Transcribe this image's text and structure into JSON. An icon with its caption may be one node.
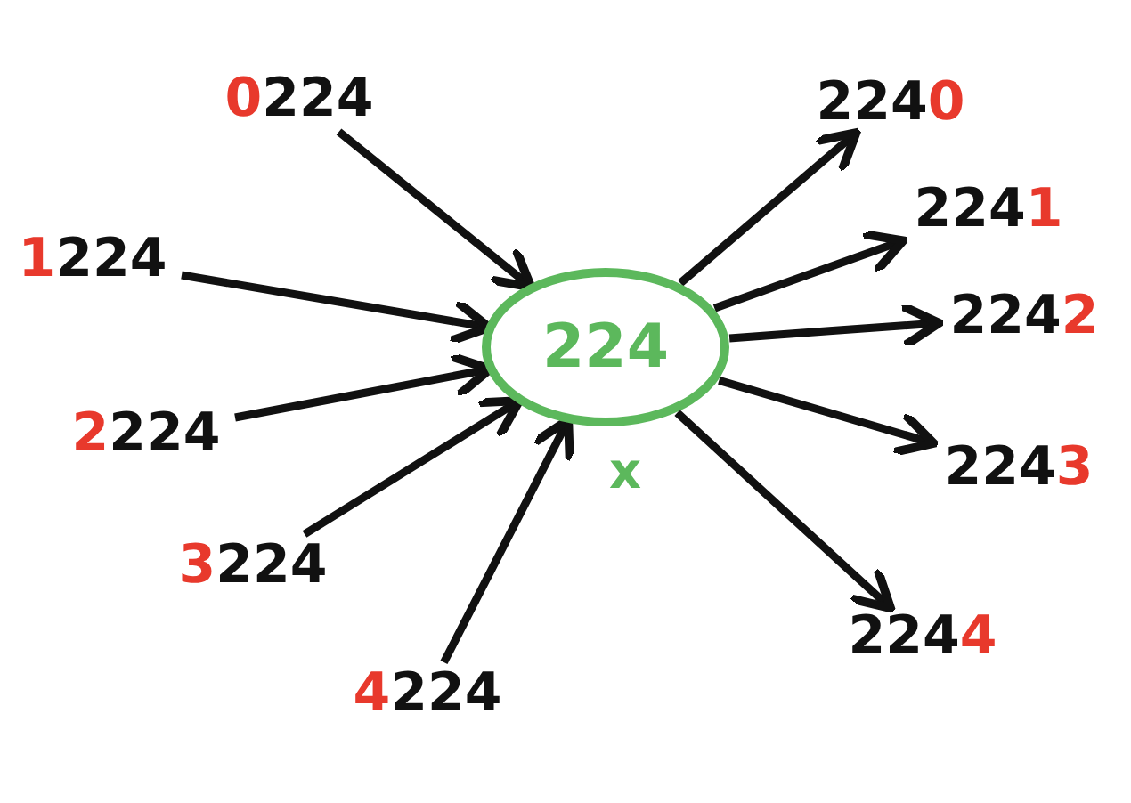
{
  "diagram": {
    "nodes": [
      {
        "text": [
          "224"
        ],
        "beside": [
          "x"
        ]
      },
      {
        "text": [
          "0224"
        ]
      },
      {
        "text": [
          "1224"
        ]
      },
      {
        "text": [
          "2224"
        ]
      },
      {
        "text": [
          "3224"
        ]
      },
      {
        "text": [
          "4224"
        ]
      },
      {
        "text": [
          "2240"
        ]
      },
      {
        "text": [
          "2241"
        ]
      },
      {
        "text": [
          "2242"
        ]
      },
      {
        "text": [
          "2243"
        ]
      },
      {
        "text": [
          "2244"
        ]
      }
    ],
    "edges": [
      {
        "from": 1,
        "to": 0,
        "arrow": "to"
      },
      {
        "from": 2,
        "to": 0,
        "arrow": "to"
      },
      {
        "from": 3,
        "to": 0,
        "arrow": "to"
      },
      {
        "from": 4,
        "to": 0,
        "arrow": "to"
      },
      {
        "from": 5,
        "to": 0,
        "arrow": "to"
      },
      {
        "from": 0,
        "to": 6,
        "arrow": "to"
      },
      {
        "from": 0,
        "to": 7,
        "arrow": "to"
      },
      {
        "from": 0,
        "to": 8,
        "arrow": "to"
      },
      {
        "from": 0,
        "to": 9,
        "arrow": "to"
      },
      {
        "from": 0,
        "to": 10,
        "arrow": "to"
      }
    ]
  }
}
